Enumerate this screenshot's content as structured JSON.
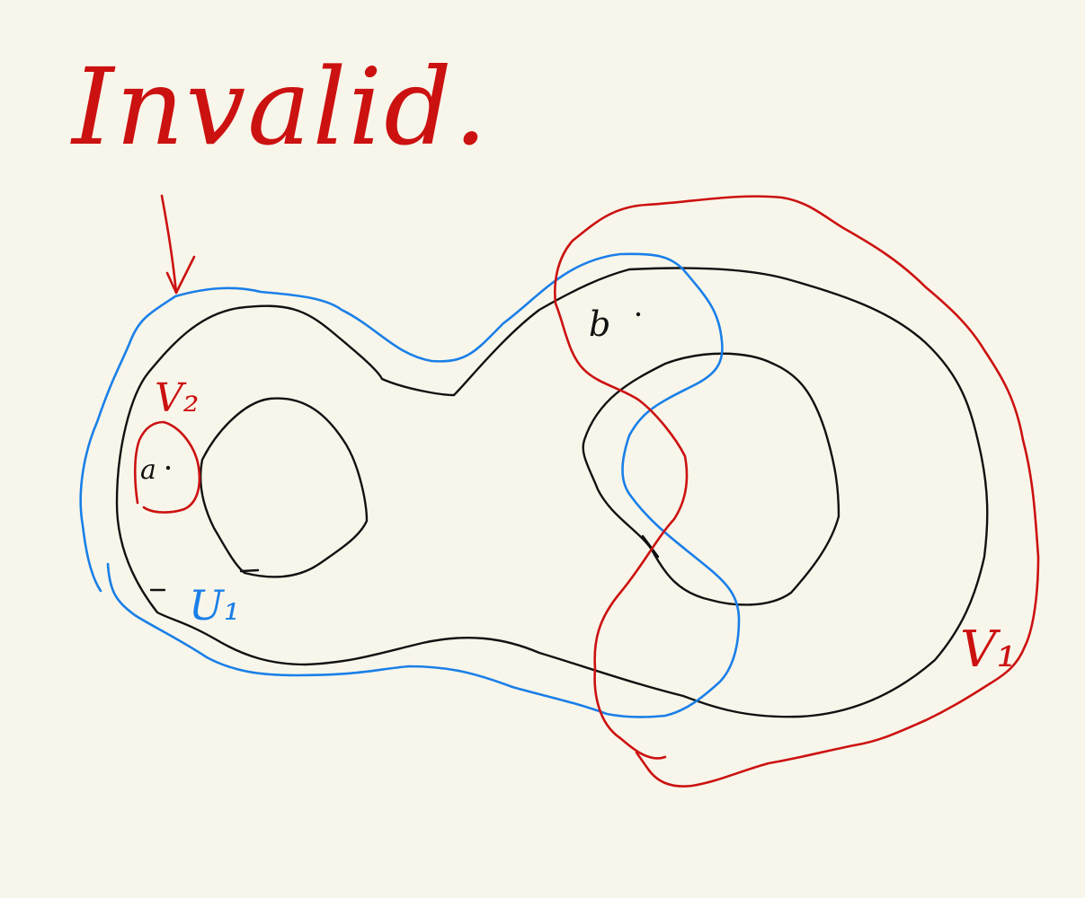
{
  "note": {
    "title": "Invalid.",
    "labels": {
      "v1": "V₁",
      "v2": "V₂",
      "u1": "U₁",
      "point_a": "a",
      "point_b": "b"
    }
  },
  "colors": {
    "background": "#f8f6ea",
    "red_ink": "#cc1111",
    "blue_ink": "#1a7fe8",
    "black_ink": "#111111"
  }
}
